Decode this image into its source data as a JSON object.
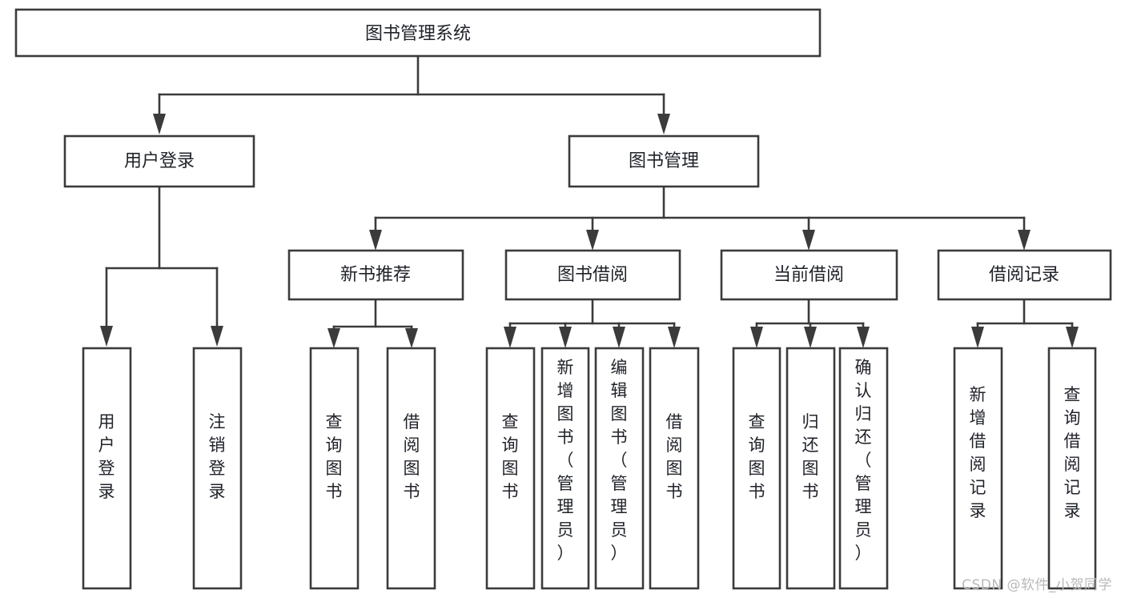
{
  "diagram": {
    "type": "tree-hierarchy",
    "title": "图书管理系统",
    "orientation": "top-down",
    "watermark": "CSDN @软件_小贺同学",
    "colors": {
      "box_stroke": "#3b3b3b",
      "box_fill": "#ffffff",
      "connector": "#3b3b3b",
      "text": "#20232a",
      "watermark": "#b9b9b9",
      "background": "#ffffff"
    },
    "levels": [
      {
        "level": 1,
        "nodes": [
          {
            "id": "root",
            "label": "图书管理系统",
            "orientation": "horizontal"
          }
        ]
      },
      {
        "level": 2,
        "nodes": [
          {
            "id": "login",
            "label": "用户登录",
            "orientation": "horizontal",
            "parent": "root"
          },
          {
            "id": "bookmgmt",
            "label": "图书管理",
            "orientation": "horizontal",
            "parent": "root"
          }
        ]
      },
      {
        "level": 3,
        "nodes": [
          {
            "id": "newbook",
            "label": "新书推荐",
            "orientation": "horizontal",
            "parent": "bookmgmt"
          },
          {
            "id": "borrow",
            "label": "图书借阅",
            "orientation": "horizontal",
            "parent": "bookmgmt"
          },
          {
            "id": "current",
            "label": "当前借阅",
            "orientation": "horizontal",
            "parent": "bookmgmt"
          },
          {
            "id": "records",
            "label": "借阅记录",
            "orientation": "horizontal",
            "parent": "bookmgmt"
          }
        ]
      },
      {
        "level": 4,
        "nodes": [
          {
            "id": "leaf-1",
            "label": "用户登录",
            "orientation": "vertical",
            "parent": "login",
            "lines": [
              "用",
              "户",
              "登",
              "录"
            ]
          },
          {
            "id": "leaf-2",
            "label": "注销登录",
            "orientation": "vertical",
            "parent": "login",
            "lines": [
              "注",
              "销",
              "登",
              "录"
            ]
          },
          {
            "id": "leaf-3",
            "label": "查询图书",
            "orientation": "vertical",
            "parent": "newbook",
            "lines": [
              "查",
              "询",
              "图",
              "书"
            ]
          },
          {
            "id": "leaf-4",
            "label": "借阅图书",
            "orientation": "vertical",
            "parent": "newbook",
            "lines": [
              "借",
              "阅",
              "图",
              "书"
            ]
          },
          {
            "id": "leaf-5",
            "label": "查询图书",
            "orientation": "vertical",
            "parent": "borrow",
            "lines": [
              "查",
              "询",
              "图",
              "书"
            ]
          },
          {
            "id": "leaf-6",
            "label": "新增图书（管理员）",
            "orientation": "vertical",
            "parent": "borrow",
            "lines": [
              "新",
              "增",
              "图",
              "书",
              "（",
              "管",
              "理",
              "员",
              "）"
            ]
          },
          {
            "id": "leaf-7",
            "label": "编辑图书（管理员）",
            "orientation": "vertical",
            "parent": "borrow",
            "lines": [
              "编",
              "辑",
              "图",
              "书",
              "（",
              "管",
              "理",
              "员",
              "）"
            ]
          },
          {
            "id": "leaf-8",
            "label": "借阅图书",
            "orientation": "vertical",
            "parent": "borrow",
            "lines": [
              "借",
              "阅",
              "图",
              "书"
            ]
          },
          {
            "id": "leaf-9",
            "label": "查询图书",
            "orientation": "vertical",
            "parent": "current",
            "lines": [
              "查",
              "询",
              "图",
              "书"
            ]
          },
          {
            "id": "leaf-10",
            "label": "归还图书",
            "orientation": "vertical",
            "parent": "current",
            "lines": [
              "归",
              "还",
              "图",
              "书"
            ]
          },
          {
            "id": "leaf-11",
            "label": "确认归还（管理员）",
            "orientation": "vertical",
            "parent": "current",
            "lines": [
              "确",
              "认",
              "归",
              "还",
              "（",
              "管",
              "理",
              "员",
              "）"
            ]
          },
          {
            "id": "leaf-12",
            "label": "新增借阅记录",
            "orientation": "vertical",
            "parent": "records",
            "lines": [
              "新",
              "增",
              "借",
              "阅",
              "记",
              "录"
            ]
          },
          {
            "id": "leaf-13",
            "label": "查询借阅记录",
            "orientation": "vertical",
            "parent": "records",
            "lines": [
              "查",
              "询",
              "借",
              "阅",
              "记",
              "录"
            ]
          }
        ]
      }
    ]
  }
}
